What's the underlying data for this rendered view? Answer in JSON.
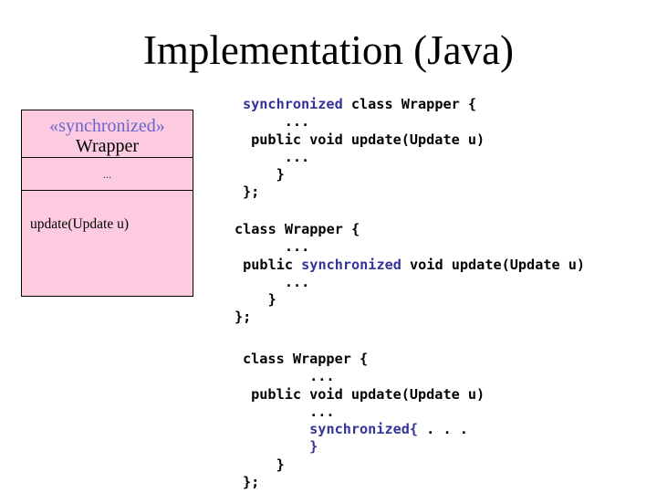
{
  "slide": {
    "title": "Implementation (Java)"
  },
  "colors": {
    "keyword": "#333399",
    "stereotype": "#6666CC",
    "box_fill": "#FCCBDF",
    "box_border": "#000000"
  },
  "uml_box": {
    "stereotype": "«synchronized»",
    "class_name": "Wrapper",
    "attributes_placeholder": "...",
    "operation": "update(Update u)"
  },
  "code_blocks": [
    {
      "lines": [
        {
          "segments": [
            {
              "t": "synchronized",
              "c": "k"
            },
            {
              "t": " class Wrapper {",
              "c": "p"
            }
          ]
        },
        {
          "segments": [
            {
              "t": "     ...",
              "c": "p"
            }
          ]
        },
        {
          "segments": [
            {
              "t": " public void update(Update u)",
              "c": "p"
            }
          ]
        },
        {
          "segments": [
            {
              "t": "     ...",
              "c": "p"
            }
          ]
        },
        {
          "segments": [
            {
              "t": "    }",
              "c": "p"
            }
          ]
        },
        {
          "segments": [
            {
              "t": "};",
              "c": "p"
            }
          ]
        }
      ]
    },
    {
      "lines": [
        {
          "segments": [
            {
              "t": "class Wrapper {",
              "c": "p"
            }
          ]
        },
        {
          "segments": [
            {
              "t": "      ...",
              "c": "p"
            }
          ]
        },
        {
          "segments": [
            {
              "t": " public ",
              "c": "p"
            },
            {
              "t": "synchronized",
              "c": "k"
            },
            {
              "t": " void update(Update u)",
              "c": "p"
            }
          ]
        },
        {
          "segments": [
            {
              "t": "      ...",
              "c": "p"
            }
          ]
        },
        {
          "segments": [
            {
              "t": "    }",
              "c": "p"
            }
          ]
        },
        {
          "segments": [
            {
              "t": "};",
              "c": "p"
            }
          ]
        }
      ]
    },
    {
      "lines": [
        {
          "segments": [
            {
              "t": "class Wrapper {",
              "c": "p"
            }
          ]
        },
        {
          "segments": [
            {
              "t": "        ...",
              "c": "p"
            }
          ]
        },
        {
          "segments": [
            {
              "t": " public void update(Update u)",
              "c": "p"
            }
          ]
        },
        {
          "segments": [
            {
              "t": "        ...",
              "c": "p"
            }
          ]
        },
        {
          "segments": [
            {
              "t": "        ",
              "c": "p"
            },
            {
              "t": "synchronized{",
              "c": "k"
            },
            {
              "t": " . . .",
              "c": "p"
            }
          ]
        },
        {
          "segments": [
            {
              "t": "        ",
              "c": "p"
            },
            {
              "t": "}",
              "c": "k"
            }
          ]
        },
        {
          "segments": [
            {
              "t": "    }",
              "c": "p"
            }
          ]
        },
        {
          "segments": [
            {
              "t": "};",
              "c": "p"
            }
          ]
        }
      ]
    }
  ]
}
